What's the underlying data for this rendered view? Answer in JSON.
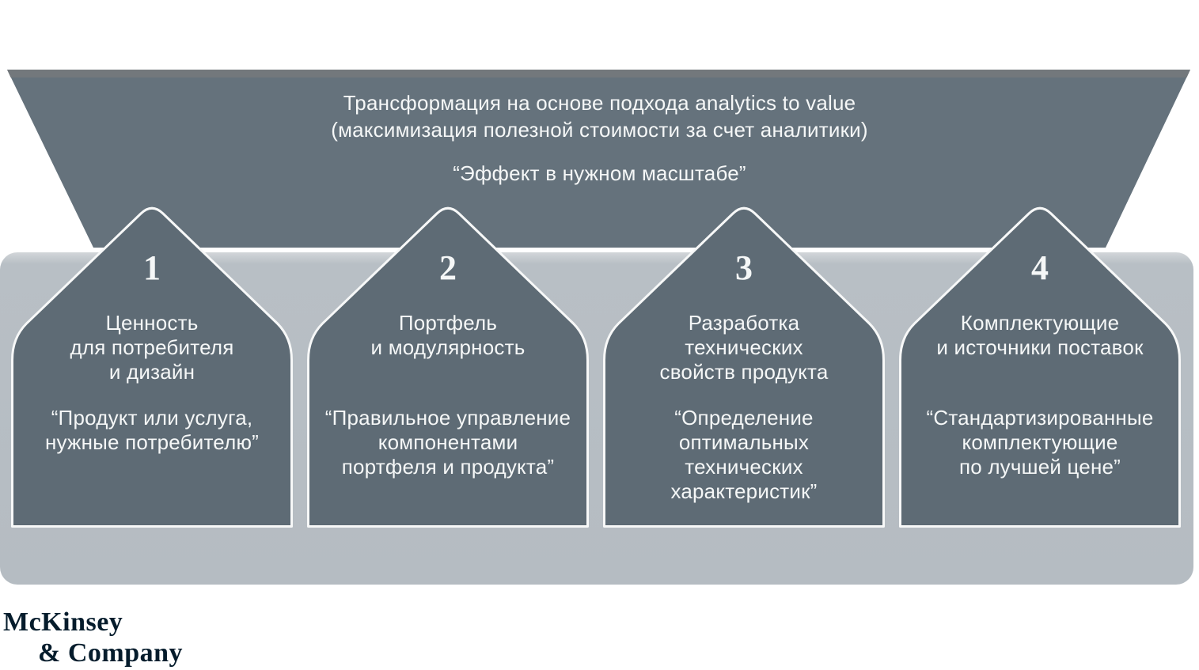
{
  "colors": {
    "background": "#FFFFFF",
    "funnel_fill": "#65727C",
    "funnel_top_edge": "#73787C",
    "card_fill": "#5E6B75",
    "band_fill": "#B5BCC2",
    "band_highlight": "#D2D6D9",
    "outline_white": "#F7F8F8",
    "text_light": "#F5F7F7",
    "logo_navy": "#051C2C"
  },
  "funnel": {
    "title_line1": "Трансформация на основе подхода analytics to value",
    "title_line2": "(максимизация полезной стоимости за счет аналитики)",
    "quote": "“Эффект в нужном масштабе”"
  },
  "steps": [
    {
      "number": "1",
      "title": "Ценность\nдля потребителя\nи дизайн",
      "quote": "“Продукт или услуга,\nнужные потребителю”"
    },
    {
      "number": "2",
      "title": "Портфель\nи модулярность",
      "quote": "“Правильное управление\nкомпонентами\nпортфеля и продукта”"
    },
    {
      "number": "3",
      "title": "Разработка\nтехнических\nсвойств продукта",
      "quote": "“Определение\nоптимальных\nтехнических\nхарактеристик”"
    },
    {
      "number": "4",
      "title": "Комплектующие\nи источники поставок",
      "quote": "“Стандартизированные\nкомплектующие\nпо лучшей цене”"
    }
  ],
  "logo": {
    "line1": "McKinsey",
    "line2": "& Company"
  }
}
